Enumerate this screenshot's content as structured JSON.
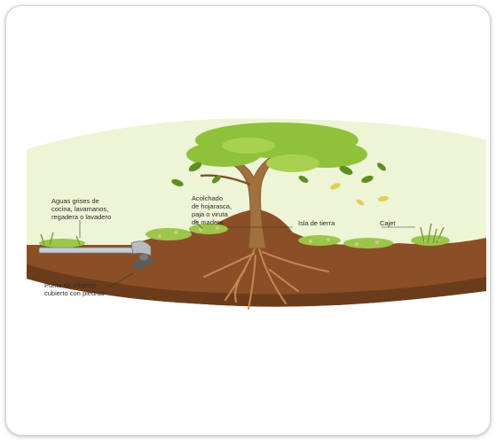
{
  "diagram": {
    "labels": {
      "greywater": [
        "Aguas grises de",
        "cocina, lavamanos,",
        "regadera o lavadero"
      ],
      "mulch": [
        "Acolchado",
        "de hojarasca,",
        "paja o viruta",
        "de madera"
      ],
      "soil_island": "Isla de tierra",
      "basin": "Cajet",
      "outlet": [
        "Punto de efluente",
        "cubierto con piedras"
      ]
    },
    "colors": {
      "soil_dark": "#6b3c1c",
      "soil_mid": "#8a4f26",
      "trunk": "#a0703d",
      "canopy": "#8fc23a",
      "canopy_dark": "#5e8f22",
      "grass": "#9cc64a",
      "pipe": "#c8ccd1"
    }
  }
}
